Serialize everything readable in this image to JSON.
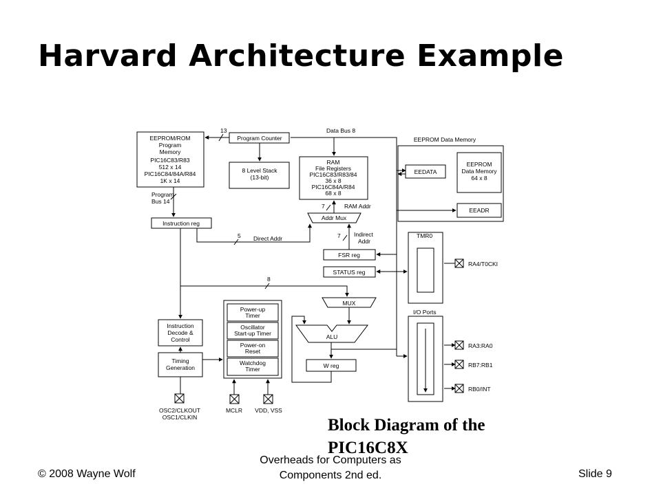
{
  "slide": {
    "title": "Harvard Architecture Example",
    "caption": "Block Diagram of the PIC16C8X",
    "footer": {
      "left": "© 2008 Wayne Wolf",
      "center": "Overheads for Computers as Components 2nd ed.",
      "right": "Slide 9"
    }
  },
  "diagram": {
    "program_memory": [
      "EEPROM/ROM",
      "Program",
      "Memory",
      "PIC16C83/R83",
      "512 x 14",
      "PIC16C84/84A/R84",
      "1K x 14"
    ],
    "program_counter": "Program Counter",
    "stack": [
      "8 Level Stack",
      "(13-bit)"
    ],
    "ram": [
      "RAM",
      "File Registers",
      "PIC16C83/R83/84",
      "36 x 8",
      "PIC16C84A/R84",
      "68 x 8"
    ],
    "eeprom_area": "EEPROM Data Memory",
    "eedata": "EEDATA",
    "eeprom_block": [
      "EEPROM",
      "Data Memory",
      "64 x 8"
    ],
    "eeadr": "EEADR",
    "instruction_reg": "Instruction reg",
    "addr_mux": "Addr Mux",
    "fsr_reg": "FSR reg",
    "status_reg": "STATUS reg",
    "mux": "MUX",
    "alu": "ALU",
    "w_reg": "W reg",
    "tmr0": "TMR0",
    "io_ports": "I/O Ports",
    "instruction_decode": [
      "Instruction",
      "Decode &",
      "Control"
    ],
    "timing": [
      "Timing",
      "Generation"
    ],
    "power_group": [
      [
        "Power-up",
        "Timer"
      ],
      [
        "Oscillator",
        "Start-up Timer"
      ],
      [
        "Power-on",
        "Reset"
      ],
      [
        "Watchdog",
        "Timer"
      ]
    ],
    "labels": {
      "n13": "13",
      "data_bus": "Data Bus 8",
      "program_bus": [
        "Program",
        "Bus 14"
      ],
      "n7a": "7",
      "ram_addr": "RAM Addr",
      "n5": "5",
      "direct_addr": "Direct Addr",
      "n7b": "7",
      "indirect_addr": [
        "Indirect",
        "Addr"
      ],
      "n8": "8"
    },
    "pins": {
      "ra4": "RA4/T0CKI",
      "ra": "RA3:RA0",
      "rb7": "RB7:RB1",
      "rb0": "RB0/INT",
      "osc": [
        "OSC2/CLKOUT",
        "OSC1/CLKIN"
      ],
      "mclr": "MCLR",
      "vdd": "VDD, VSS"
    }
  }
}
